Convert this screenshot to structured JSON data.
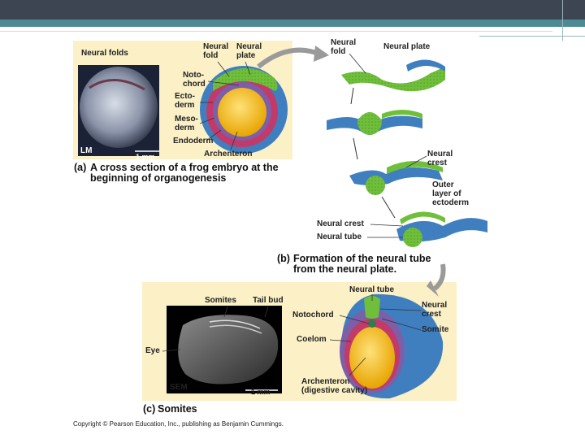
{
  "panel_a": {
    "labels": {
      "neural_folds": "Neural folds",
      "neural_fold": "Neural\nfold",
      "neural_plate": "Neural\nplate",
      "notochord": "Noto-\nchord",
      "ectoderm": "Ecto-\nderm",
      "mesoderm": "Meso-\nderm",
      "endoderm": "Endoderm",
      "archenteron": "Archenteron",
      "lm": "LM",
      "scale": "1 mm"
    },
    "caption_letter": "(a)",
    "caption_text": "A cross section of a frog embryo at the\nbeginning of organogenesis"
  },
  "panel_b": {
    "labels": {
      "neural_fold": "Neural\nfold",
      "neural_plate": "Neural plate",
      "neural_crest_top": "Neural\ncrest",
      "outer_layer": "Outer\nlayer of\nectoderm",
      "neural_crest": "Neural crest",
      "neural_tube": "Neural tube"
    },
    "caption_letter": "(b)",
    "caption_text": "Formation of the neural tube\nfrom the neural plate."
  },
  "panel_c": {
    "labels": {
      "somites": "Somites",
      "tail_bud": "Tail bud",
      "eye": "Eye",
      "sem": "SEM",
      "scale": "1 mm",
      "neural_tube": "Neural tube",
      "notochord": "Notochord",
      "neural_crest": "Neural\ncrest",
      "somite": "Somite",
      "coelom": "Coelom",
      "archenteron": "Archenteron\n(digestive cavity)"
    },
    "caption_letter": "(c)",
    "caption_text": "Somites"
  },
  "copyright": "Copyright © Pearson Education, Inc., publishing as Benjamin Cummings.",
  "colors": {
    "header": "#3d4452",
    "stripe": "#4e8a94",
    "panel": "#fbf0c6",
    "ectoderm": "#3f7fc0",
    "neural": "#6fbf3a",
    "mesoderm": "#c23a6a",
    "endoderm": "#f2c400"
  }
}
